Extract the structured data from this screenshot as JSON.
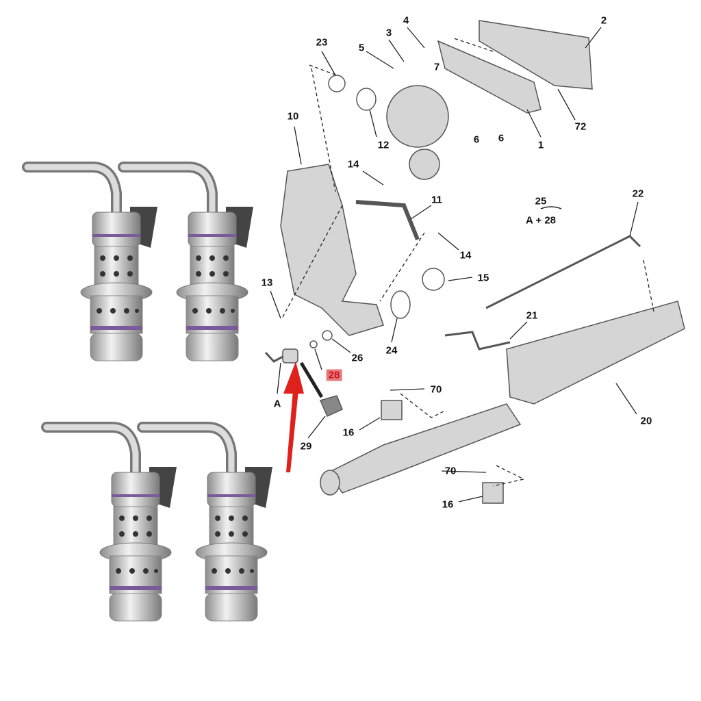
{
  "diagram": {
    "callouts": [
      "23",
      "3",
      "4",
      "2",
      "5",
      "7",
      "10",
      "12",
      "6",
      "6",
      "1",
      "72",
      "14",
      "11",
      "25",
      "A + 28",
      "22",
      "14",
      "13",
      "15",
      "24",
      "26",
      "28",
      "21",
      "A",
      "70",
      "29",
      "16",
      "20",
      "70",
      "16"
    ],
    "highlighted_callout": "28",
    "colors": {
      "highlight_bg": "#e8797b",
      "arrow": "#e0201c",
      "part": "#b8b8b8"
    }
  }
}
